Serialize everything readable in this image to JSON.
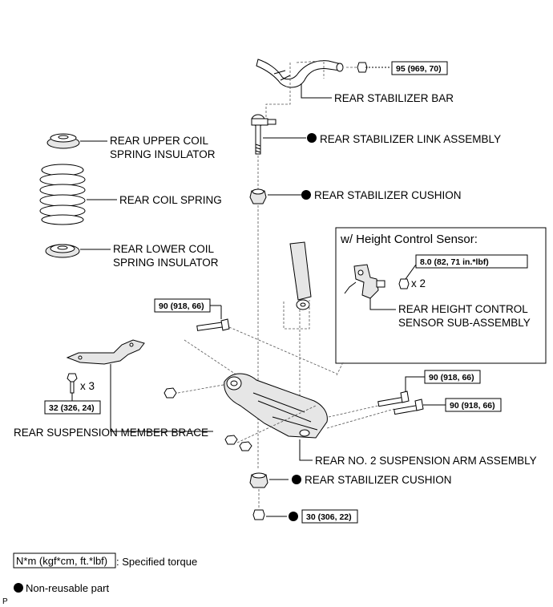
{
  "labels": {
    "rear_stabilizer_bar": "REAR STABILIZER BAR",
    "rear_stabilizer_link_assembly": "REAR STABILIZER LINK ASSEMBLY",
    "rear_stabilizer_cushion_upper": "REAR STABILIZER CUSHION",
    "rear_upper_coil_spring_insulator_line1": "REAR UPPER COIL",
    "rear_upper_coil_spring_insulator_line2": "SPRING INSULATOR",
    "rear_coil_spring": "REAR COIL SPRING",
    "rear_lower_coil_spring_insulator_line1": "REAR LOWER COIL",
    "rear_lower_coil_spring_insulator_line2": "SPRING INSULATOR",
    "rear_height_control_sensor_line1": "REAR HEIGHT CONTROL",
    "rear_height_control_sensor_line2": "SENSOR SUB-ASSEMBLY",
    "rear_suspension_member_brace": "REAR SUSPENSION MEMBER BRACE",
    "rear_no2_suspension_arm_assembly": "REAR NO. 2 SUSPENSION ARM ASSEMBLY",
    "rear_stabilizer_cushion_lower": "REAR STABILIZER CUSHION",
    "height_control_box_title": "w/ Height Control Sensor:"
  },
  "torques": {
    "stabilizer_bar_nut": "95 (969, 70)",
    "sensor_bolt": "8.0 (82, 71 in.*lbf)",
    "arm_bolt_left": "90 (918, 66)",
    "arm_bolt_right_upper": "90 (918, 66)",
    "arm_bolt_right_lower": "90 (918, 66)",
    "brace_bolt": "32 (326, 24)",
    "link_nut_lower": "30 (306, 22)"
  },
  "quantities": {
    "sensor_bolt_qty": "x 2",
    "brace_bolt_qty": "x 3"
  },
  "legend": {
    "torque_box": "N*m (kgf*cm, ft.*lbf)",
    "torque_text": ": Specified torque",
    "nonreusable_text": "Non-reusable part"
  },
  "corner_mark": "P"
}
